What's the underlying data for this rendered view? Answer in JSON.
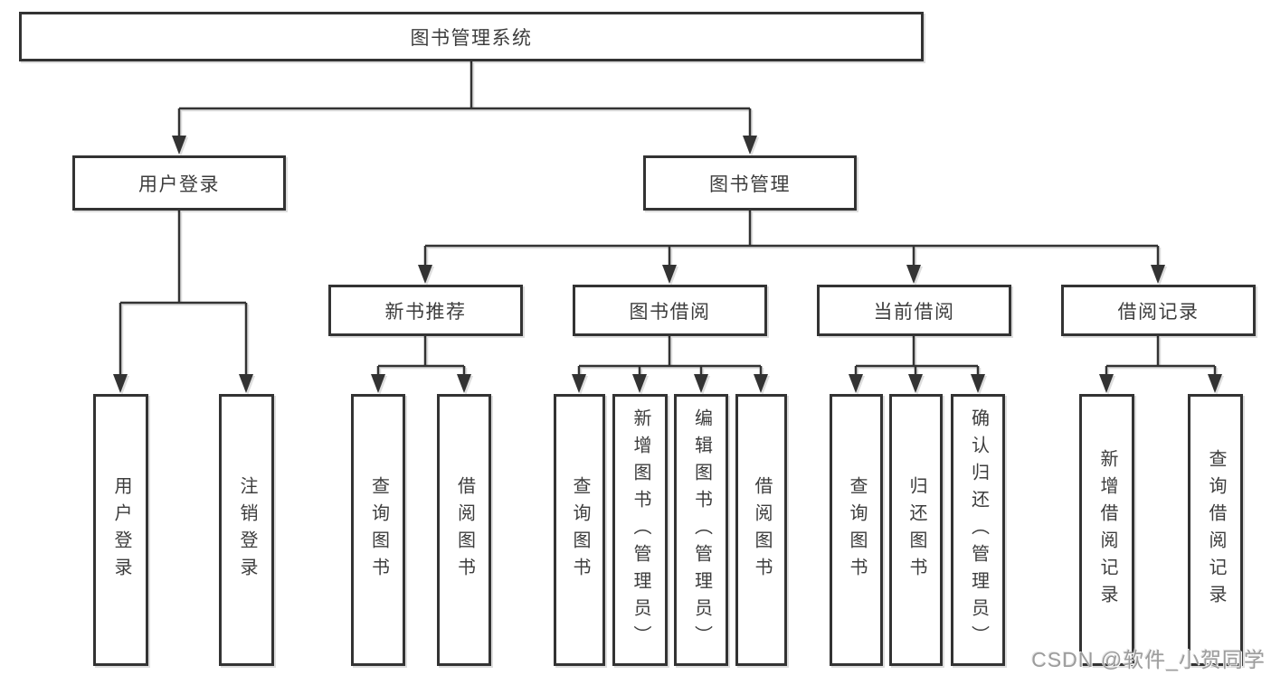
{
  "colors": {
    "line": "#333333",
    "text": "#3d3d3d",
    "background": "#ffffff",
    "watermark": "#9c9c9c"
  },
  "diagram": {
    "root": {
      "label": "图书管理系统"
    },
    "level2": [
      {
        "label": "用户登录"
      },
      {
        "label": "图书管理"
      }
    ],
    "level3": [
      {
        "label": "新书推荐"
      },
      {
        "label": "图书借阅"
      },
      {
        "label": "当前借阅"
      },
      {
        "label": "借阅记录"
      }
    ],
    "leaves": {
      "user_login": [
        "用户登录",
        "注销登录"
      ],
      "new_book_recommend": [
        "查询图书",
        "借阅图书"
      ],
      "book_borrow": [
        "查询图书",
        "新增图书（管理员）",
        "编辑图书（管理员）",
        "借阅图书"
      ],
      "current_borrow": [
        "查询图书",
        "归还图书",
        "确认归还（管理员）"
      ],
      "borrow_records": [
        "新增借阅记录",
        "查询借阅记录"
      ]
    }
  },
  "watermark": {
    "text": "CSDN @软件_小贺同学"
  }
}
